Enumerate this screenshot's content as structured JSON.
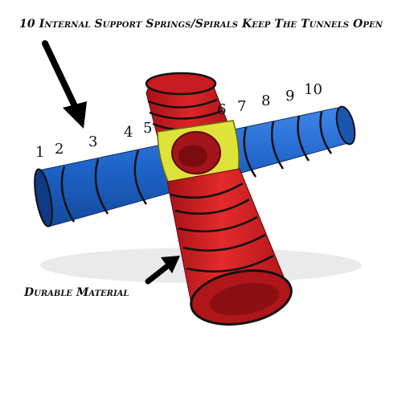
{
  "headline": "10 Internal Support Springs/Spirals Keep The Tunnels Open",
  "caption": "Durable Material",
  "spring_labels": [
    "1",
    "2",
    "3",
    "4",
    "5",
    "6",
    "7",
    "8",
    "9",
    "10"
  ],
  "colors": {
    "blue_tunnel": "#1e63c8",
    "red_tunnel": "#d41e22",
    "yellow_hub": "#dfe23a",
    "spring_wire": "#111111"
  }
}
